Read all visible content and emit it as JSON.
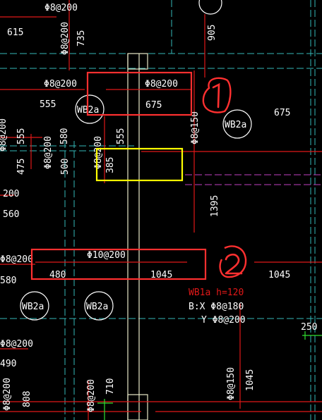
{
  "drawing": {
    "colors": {
      "background": "#000000",
      "text": "#ffffff",
      "red_line": "#e01818",
      "cyan_dash": "#35b8b8",
      "magenta_dash": "#c040c0",
      "red_markup": "#ff3030",
      "yellow_markup": "#ffff00",
      "green": "#30e030",
      "cream_outline": "#e8e8c8"
    },
    "annotations": {
      "t_phi8_top": "Φ8@200",
      "t_615": "615",
      "t_735": "735",
      "t_905": "905",
      "t_phi8_left1": "Φ8@200",
      "t_555_left": "555",
      "t_phi8_box1": "Φ8@200",
      "t_675_box1": "675",
      "t_675_right": "675",
      "t_555_vert_left": "555",
      "t_phi8_vert_a": "Φ8@200",
      "t_580": "580",
      "t_phi8_vert_b": "Φ8@200",
      "t_555_vert_mid": "555",
      "t_phi8_150_vert": "Φ8@150",
      "t_475": "475",
      "t_500": "500",
      "t_385": "385",
      "t_200_left": "200",
      "t_560": "560",
      "t_1395": "1395",
      "t_phi8_left2": "Φ8@200",
      "t_phi10": "Φ10@200",
      "t_480": "480",
      "t_1045_box2": "1045",
      "t_1045_right": "1045",
      "t_580_left": "580",
      "t_phi8_left3": "Φ8@200",
      "t_490": "490",
      "t_250": "250",
      "t_phi8_vert_c": "Φ8@200",
      "t_808": "808",
      "t_phi8_vert_d": "Φ8@200",
      "t_710": "710",
      "t_phi8_150_vert_b": "Φ8@150",
      "t_1045_vert": "1045"
    },
    "slab_labels": {
      "wb2a_1": "WB2a",
      "wb2a_2": "WB2a",
      "wb2a_3": "WB2a",
      "wb2a_4": "WB2a"
    },
    "callout": {
      "line1": "WB1a  h=120",
      "line2": "B:X Φ8@180",
      "line3": "Y Φ8@200"
    },
    "markup": {
      "mark1": "①",
      "mark2": "②"
    }
  }
}
